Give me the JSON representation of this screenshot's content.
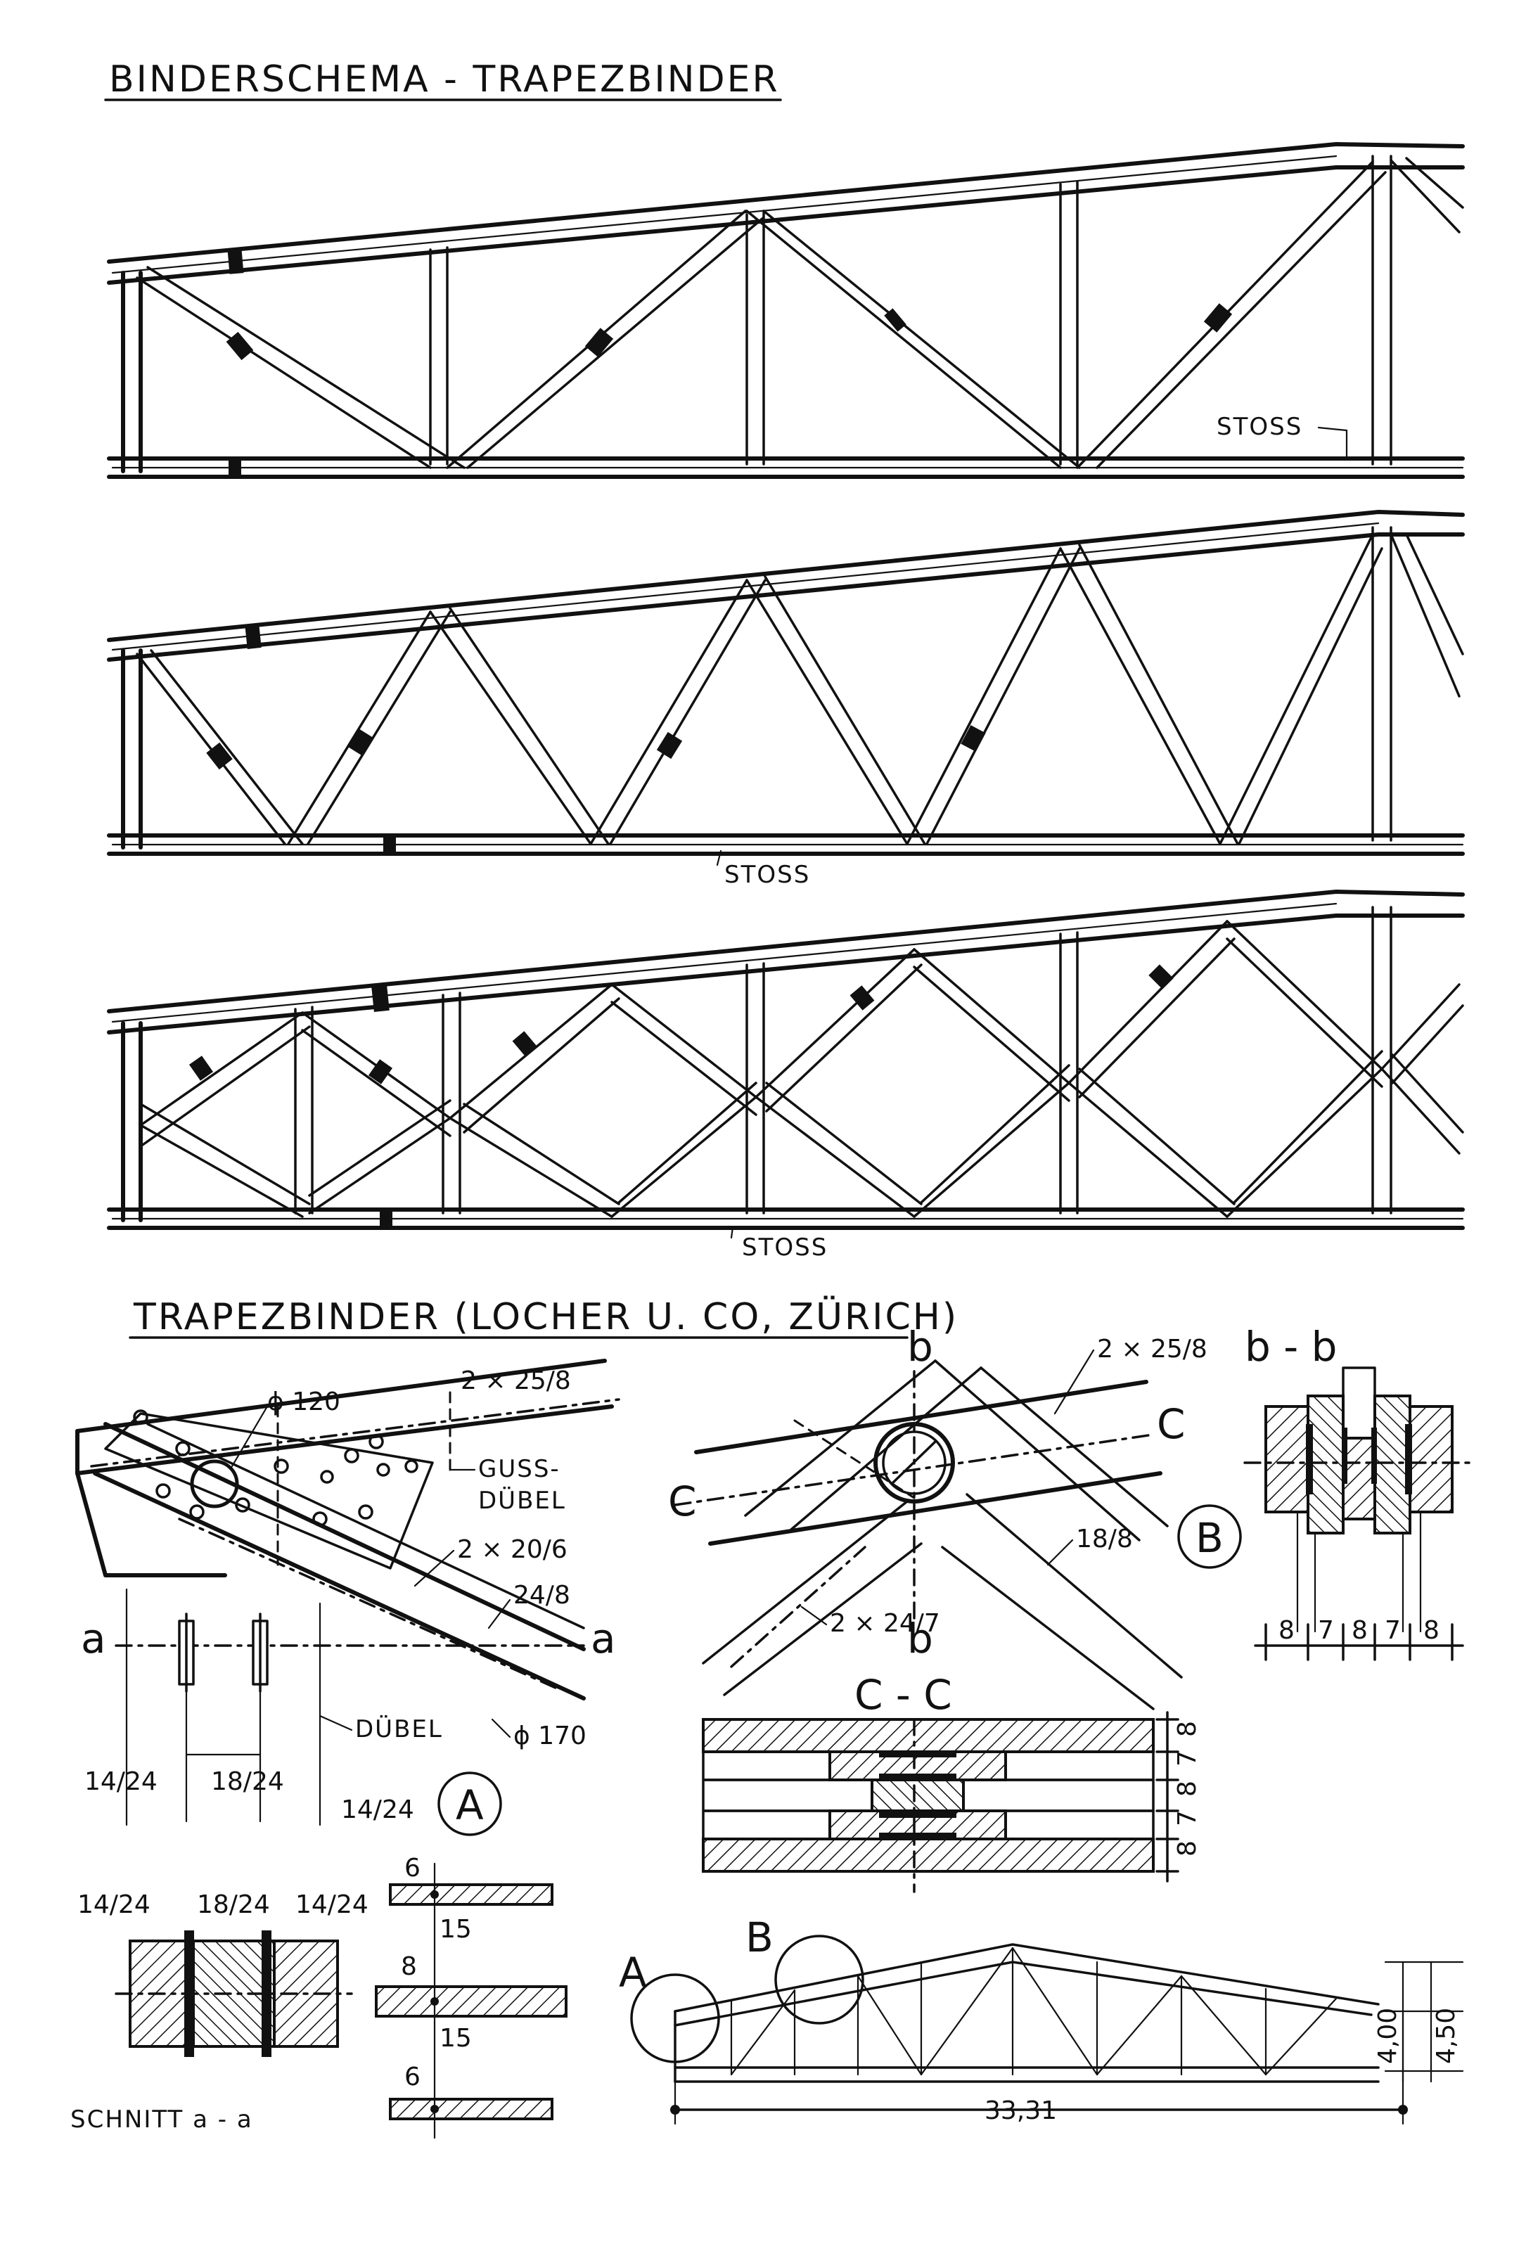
{
  "sheet": {
    "title": "BINDERSCHEMA - TRAPEZBINDER",
    "subtitle": "TRAPEZBINDER (LOCHER U. CO, ZÜRICH)"
  },
  "schema": {
    "stoss_label": "STOSS"
  },
  "detail_a": {
    "letter": "A",
    "labels": {
      "d120": "ϕ 120",
      "d170": "ϕ 170",
      "top_chord": "2 × 25/8",
      "guss_1": "GUSS-",
      "guss_2": "DÜBEL",
      "diag_double": "2 × 20/6",
      "diag_single": "24/8",
      "dubel": "DÜBEL",
      "post_left": "14/24",
      "post_mid": "18/24",
      "post_right": "14/24",
      "section_a": "a"
    }
  },
  "detail_b": {
    "letter": "B",
    "labels": {
      "axis_b": "b",
      "axis_c": "C",
      "top_chord": "2 × 25/8",
      "diag_right": "18/8",
      "diag_left": "2 × 24/7"
    }
  },
  "section_bb": {
    "title": "b - b",
    "dims": [
      "8",
      "7",
      "8",
      "7",
      "8"
    ]
  },
  "section_cc": {
    "title": "C - C",
    "dims": [
      "8",
      "7",
      "8",
      "7",
      "8"
    ]
  },
  "section_aa": {
    "title": "SCHNITT a - a",
    "labels": [
      "14/24",
      "18/24",
      "14/24"
    ]
  },
  "plates": {
    "dims": [
      "6",
      "15",
      "8",
      "15",
      "6"
    ]
  },
  "overview": {
    "label_a": "A",
    "label_b": "B",
    "span": "33,31",
    "h1": "4,00",
    "h2": "4,50"
  }
}
